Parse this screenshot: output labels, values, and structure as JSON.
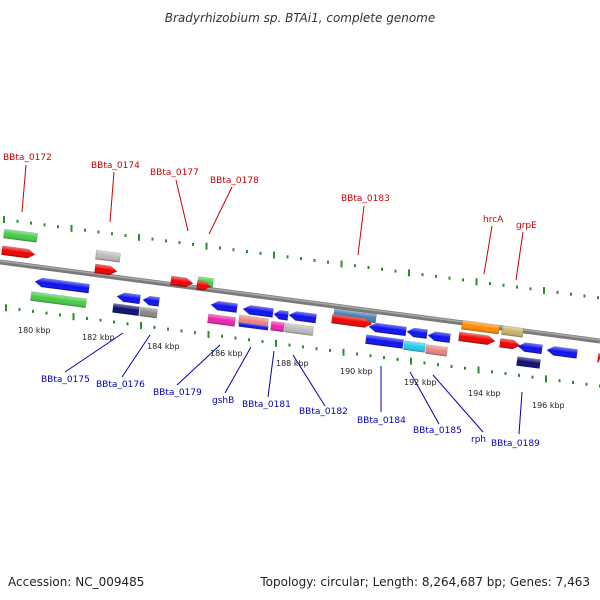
{
  "title": "Bradyrhizobium sp. BTAi1, complete genome",
  "footer": {
    "accession": "Accession: NC_009485",
    "summary": "Topology: circular; Length: 8,264,687 bp; Genes: 7,463"
  },
  "colors": {
    "backbone": "#7a7a7a",
    "tick": "#2e8b2e",
    "label_top": "#cc0000",
    "label_bottom": "#0000bb"
  },
  "ticks": [
    "180 kbp",
    "182 kbp",
    "184 kbp",
    "186 kbp",
    "188 kbp",
    "190 kbp",
    "192 kbp",
    "194 kbp",
    "196 kbp"
  ],
  "labels_top": [
    "BBta_0172",
    "BBta_0174",
    "BBta_0177",
    "BBta_0178",
    "BBta_0183",
    "hrcA",
    "grpE"
  ],
  "labels_bottom": [
    "BBta_0175",
    "BBta_0176",
    "BBta_0179",
    "gshB",
    "BBta_0181",
    "BBta_0182",
    "BBta_0184",
    "BBta_0185",
    "rph",
    "BBta_0189"
  ]
}
